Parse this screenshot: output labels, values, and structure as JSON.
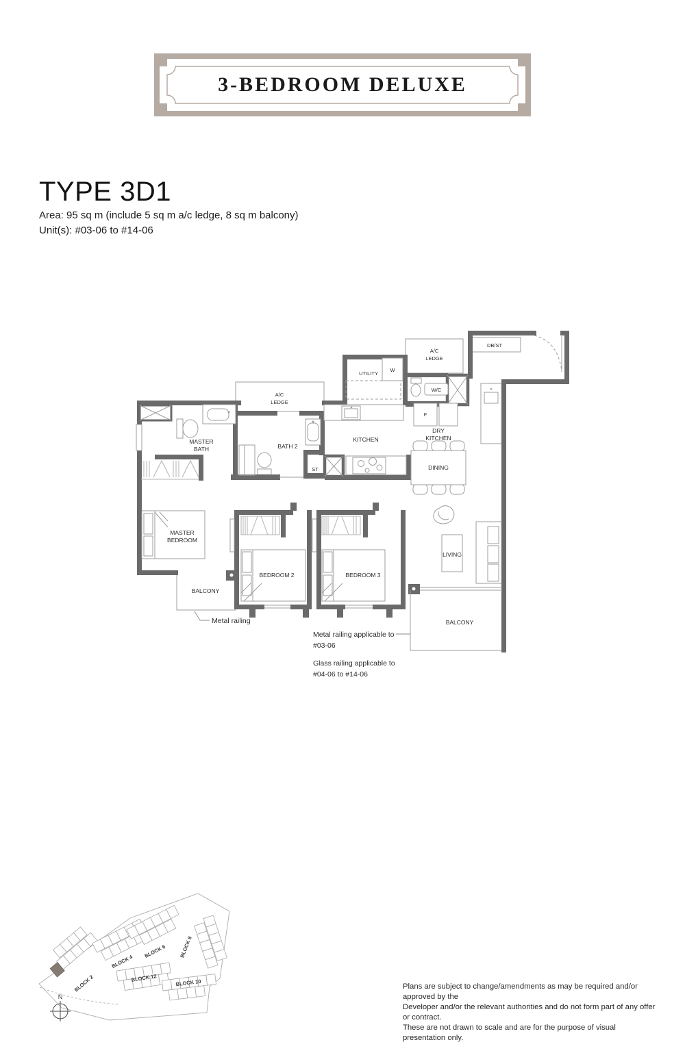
{
  "badge": {
    "title": "3-BEDROOM DELUXE"
  },
  "heading": {
    "type": "TYPE 3D1",
    "area": "Area: 95 sq m (include 5 sq m a/c ledge, 8 sq m balcony)",
    "units": "Unit(s): #03-06 to #14-06"
  },
  "floorplan": {
    "labels": {
      "ac_ledge_left_1": "A/C",
      "ac_ledge_left_2": "LEDGE",
      "ac_ledge_right_1": "A/C",
      "ac_ledge_right_2": "LEDGE",
      "utility": "UTILITY",
      "w": "W",
      "dbst": "DB/ST",
      "wc": "W/C",
      "f": "F",
      "st": "ST",
      "master_bath_1": "MASTER",
      "master_bath_2": "BATH",
      "bath2": "BATH 2",
      "kitchen": "KITCHEN",
      "dry_kitchen_1": "DRY",
      "dry_kitchen_2": "KITCHEN",
      "dining": "DINING",
      "master_bedroom_1": "MASTER",
      "master_bedroom_2": "BEDROOM",
      "bedroom2": "BEDROOM 2",
      "bedroom3": "BEDROOM 3",
      "living": "LIVING",
      "balcony_left": "BALCONY",
      "balcony_right": "BALCONY"
    },
    "annotations": {
      "metal_railing": "Metal railing",
      "metal_app_1": "Metal railing applicable to",
      "metal_app_2": "#03-06",
      "glass_1": "Glass railing applicable to",
      "glass_2": "#04-06 to #14-06"
    }
  },
  "siteplan": {
    "north": "N",
    "blocks": {
      "b2": "BLOCK 2",
      "b4": "BLOCK 4",
      "b6": "BLOCK 6",
      "b8": "BLOCK 8",
      "b10": "BLOCK 10",
      "b12": "BLOCK 12"
    }
  },
  "disclaimer": {
    "line1": "Plans are subject to change/amendments as may be required and/or approved by the",
    "line2": "Developer and/or the relevant authorities and do not form part of any offer or contract.",
    "line3": "These are not drawn to scale and are for the purpose of visual presentation only."
  },
  "colors": {
    "wall": "#6a6a6a",
    "frame": "#b5aba3",
    "highlight": "#847b72"
  }
}
